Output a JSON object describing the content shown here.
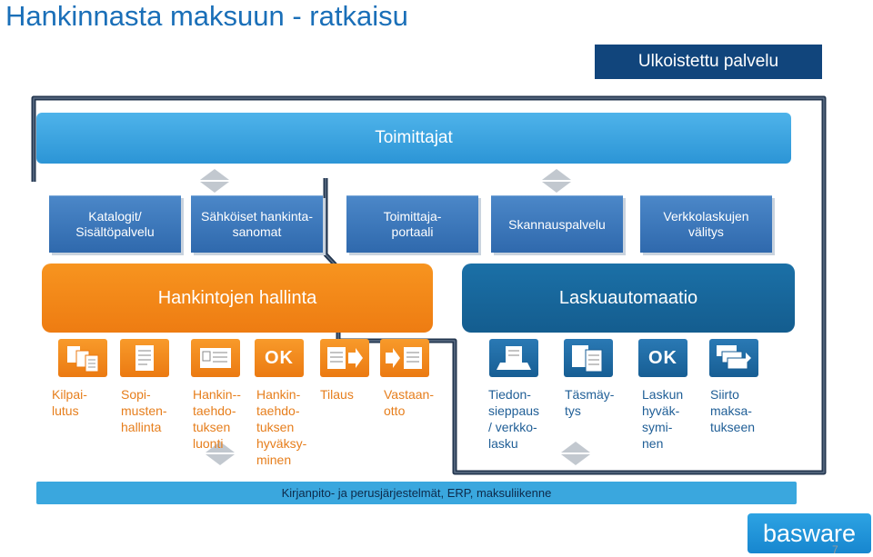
{
  "title": "Hankinnasta maksuun - ratkaisu",
  "outsourced_label": "Ulkoistettu palvelu",
  "suppliers_label": "Toimittajat",
  "services": [
    {
      "label": "Katalogit/\nSisältöpalvelu"
    },
    {
      "label": "Sähköiset hankinta-\nsanomat"
    },
    {
      "label": "Toimittaja-\nportaali"
    },
    {
      "label": "Skannauspalvelu"
    },
    {
      "label": "Verkkolaskujen\nvälitys"
    }
  ],
  "panels": {
    "procurement": "Hankintojen hallinta",
    "invoice": "Laskuautomaatio"
  },
  "steps": [
    {
      "label": "Kilpai-\nlutus",
      "icon": "documents-icon"
    },
    {
      "label": "Sopi-\nmusten-\nhallinta",
      "icon": "document-icon"
    },
    {
      "label": "Hankin--\ntaehdo-\ntuksen\nluonti",
      "icon": "form-icon"
    },
    {
      "label": "Hankin-\ntaehdo-\ntuksen\nhyväksy-\nminen",
      "icon": "ok-icon",
      "icon_text": "OK"
    },
    {
      "label": "Tilaus",
      "icon": "send-document-icon"
    },
    {
      "label": "Vastaan-\notto",
      "icon": "receive-document-icon"
    },
    {
      "label": "Tiedon-\nsieppaus\n/ verkko-\nlasku",
      "icon": "scanner-icon"
    },
    {
      "label": "Täsmäy-\ntys",
      "icon": "match-documents-icon"
    },
    {
      "label": "Laskun\nhyväk-\nsymi-\nnen",
      "icon": "ok-icon",
      "icon_text": "OK"
    },
    {
      "label": "Siirto\nmaksa-\ntukseen",
      "icon": "payment-icon"
    }
  ],
  "erp_label": "Kirjanpito- ja perusjärjestelmät, ERP, maksuliikenne",
  "logo_text": "basware",
  "page_number": "7",
  "colors": {
    "title": "#1a6fb8",
    "outsourced": "#11457c",
    "suppliers": "#2c95d6",
    "procurement": "#f7941f",
    "invoice": "#1b70a7",
    "erp": "#3aa7de"
  }
}
